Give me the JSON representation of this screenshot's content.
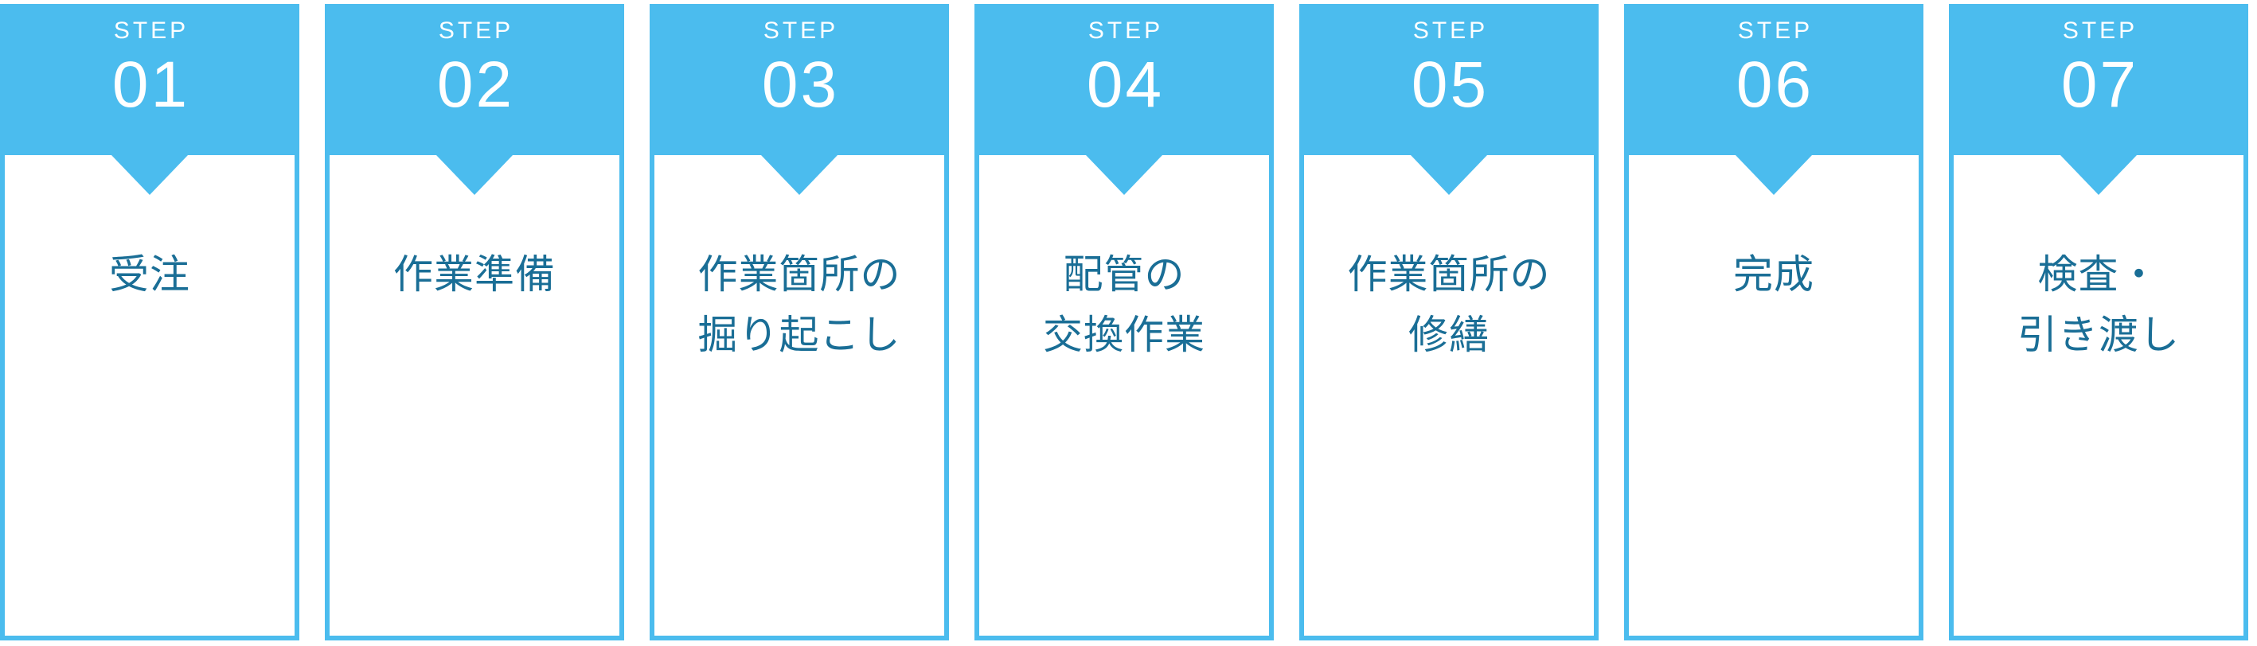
{
  "diagram": {
    "type": "process-flow",
    "orientation": "horizontal",
    "step_count": 7,
    "colors": {
      "accent": "#4bbcee",
      "header_text": "#ffffff",
      "body_text": "#1a6e96",
      "card_background": "#ffffff",
      "page_background": "#ffffff"
    },
    "steps": [
      {
        "step_word": "STEP",
        "number": "01",
        "label": "受注"
      },
      {
        "step_word": "STEP",
        "number": "02",
        "label": "作業準備"
      },
      {
        "step_word": "STEP",
        "number": "03",
        "label": "作業箇所の\n掘り起こし"
      },
      {
        "step_word": "STEP",
        "number": "04",
        "label": "配管の\n交換作業"
      },
      {
        "step_word": "STEP",
        "number": "05",
        "label": "作業箇所の\n修繕"
      },
      {
        "step_word": "STEP",
        "number": "06",
        "label": "完成"
      },
      {
        "step_word": "STEP",
        "number": "07",
        "label": "検査・\n引き渡し"
      }
    ]
  }
}
